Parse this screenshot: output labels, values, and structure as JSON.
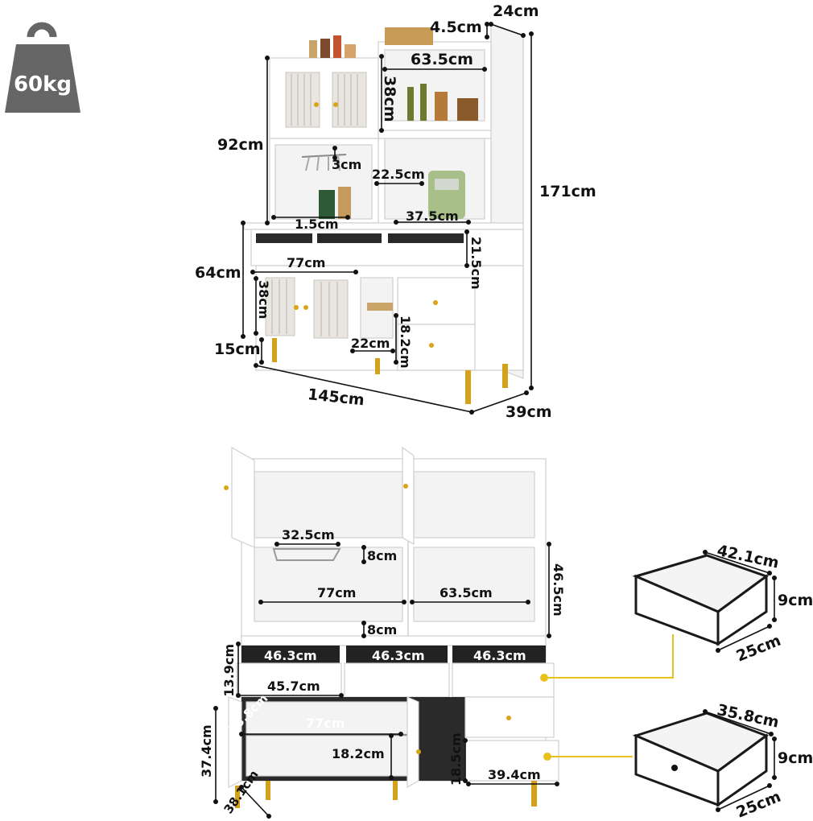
{
  "weight": {
    "label": "60kg",
    "icon": "weight-icon"
  },
  "top_view": {
    "dimensions": {
      "depth_top": "24cm",
      "top_gap": "4.5cm",
      "upper_shelf_width": "63.5cm",
      "upper_shelf_height": "38cm",
      "hutch_height": "92cm",
      "glass_rack_gap": "3cm",
      "mid_opening_width": "22.5cm",
      "total_height": "171cm",
      "counter_gap": "1.5cm",
      "coffee_shelf_width": "37.5cm",
      "drawer_row_height": "21.5cm",
      "base_height": "64cm",
      "base_inner_width": "77cm",
      "door_height": "38cm",
      "leg_height": "15cm",
      "small_shelf_width": "22cm",
      "small_shelf_height": "18.2cm",
      "total_width": "145cm",
      "total_depth": "39cm"
    }
  },
  "bottom_view": {
    "dimensions": {
      "rail_width": "32.5cm",
      "rail_gap": "8cm",
      "right_height": "46.5cm",
      "inner_width_left": "77cm",
      "inner_width_right": "63.5cm",
      "lower_gap": "8cm",
      "slot_1": "46.3cm",
      "slot_2": "46.3cm",
      "slot_3": "46.3cm",
      "drawer_row_height": "13.9cm",
      "drawer_row_width": "45.7cm",
      "cabinet_depth_diag": "33.8cm",
      "cabinet_inner_width": "77cm",
      "cabinet_height": "37.4cm",
      "cabinet_shelf_height": "18.2cm",
      "door_depth": "38.1cm",
      "side_drawer_height": "18.5cm",
      "side_drawer_width": "39.4cm"
    },
    "drawer_top": {
      "width": "42.1cm",
      "height": "9cm",
      "depth": "25cm"
    },
    "drawer_bottom": {
      "width": "35.8cm",
      "height": "9cm",
      "depth": "25cm"
    }
  },
  "colors": {
    "accent": "#e8c21a",
    "gold_hardware": "#d9a514",
    "weight_badge": "#666666"
  }
}
